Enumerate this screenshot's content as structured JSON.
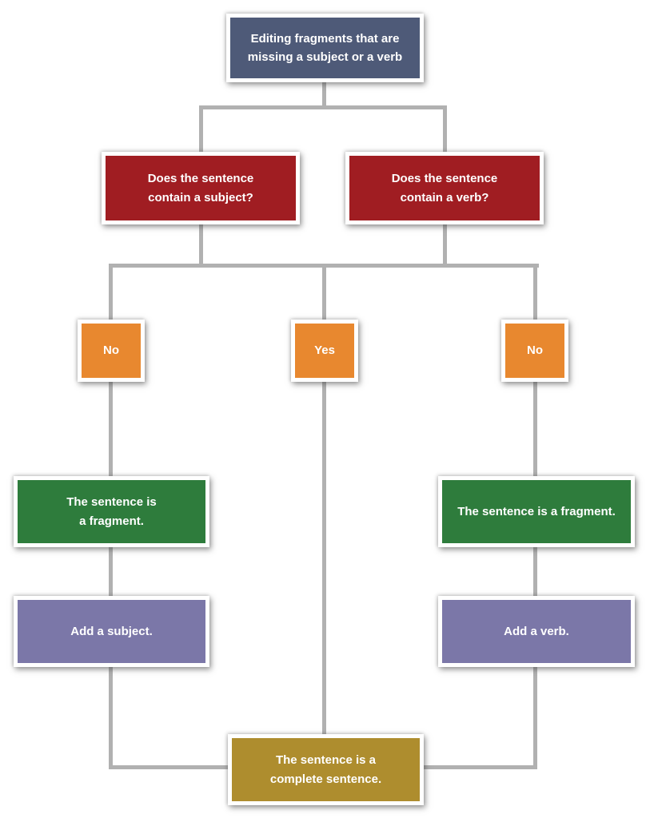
{
  "flowchart": {
    "nodes": {
      "start": {
        "label": "Editing fragments that are\nmissing a subject or a verb",
        "color": "#4e5a78"
      },
      "q_subject": {
        "label": "Does the sentence\ncontain a subject?",
        "color": "#a01d22"
      },
      "q_verb": {
        "label": "Does the sentence\ncontain a verb?",
        "color": "#a01d22"
      },
      "no_left": {
        "label": "No",
        "color": "#e8882f"
      },
      "yes": {
        "label": "Yes",
        "color": "#e8882f"
      },
      "no_right": {
        "label": "No",
        "color": "#e8882f"
      },
      "fragment_left": {
        "label": "The sentence is\na fragment.",
        "color": "#2e7c3c"
      },
      "fragment_right": {
        "label": "The sentence is a fragment.",
        "color": "#2e7c3c"
      },
      "add_subject": {
        "label": "Add a subject.",
        "color": "#7b77a8"
      },
      "add_verb": {
        "label": "Add a verb.",
        "color": "#7b77a8"
      },
      "complete": {
        "label": "The sentence is a\ncomplete sentence.",
        "color": "#ae8d2e"
      }
    },
    "connector_color": "#b1b1b1",
    "text_color": "#ffffff"
  }
}
